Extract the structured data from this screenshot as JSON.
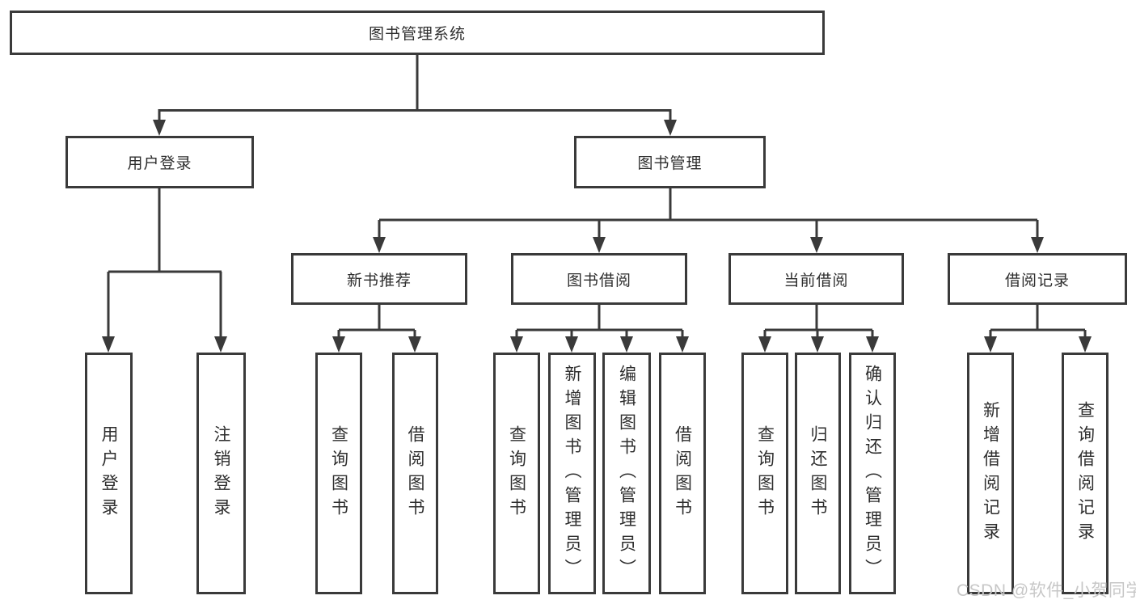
{
  "diagram": {
    "nodes": {
      "root": {
        "label": "图书管理系统"
      },
      "level2": [
        {
          "label": "用户登录"
        },
        {
          "label": "图书管理"
        }
      ],
      "level3": [
        {
          "label": "新书推荐"
        },
        {
          "label": "图书借阅"
        },
        {
          "label": "当前借阅"
        },
        {
          "label": "借阅记录"
        }
      ],
      "leaves": [
        {
          "label": "用户登录"
        },
        {
          "label": "注销登录"
        },
        {
          "label": "查询图书"
        },
        {
          "label": "借阅图书"
        },
        {
          "label": "查询图书"
        },
        {
          "label": "新增图书（管理员）"
        },
        {
          "label": "编辑图书（管理员）"
        },
        {
          "label": "借阅图书"
        },
        {
          "label": "查询图书"
        },
        {
          "label": "归还图书"
        },
        {
          "label": "确认归还（管理员）"
        },
        {
          "label": "新增借阅记录"
        },
        {
          "label": "查询借阅记录"
        }
      ]
    }
  },
  "watermark": {
    "text": "CSDN @软件_小贺同学"
  },
  "colors": {
    "line": "#3a3a3a",
    "text": "#2e2e2e",
    "watermark": "#c7c7c7",
    "background": "#ffffff"
  }
}
